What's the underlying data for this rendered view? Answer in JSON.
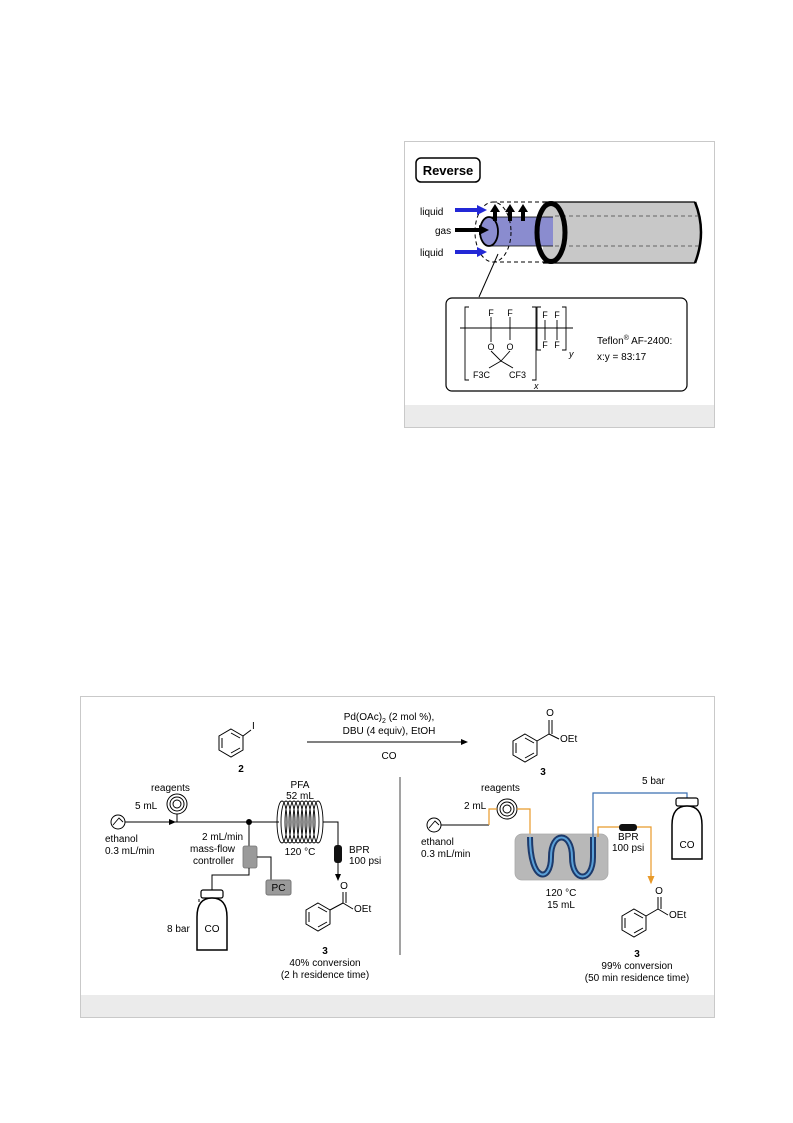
{
  "figure1": {
    "title": "Reverse",
    "inlet_labels": [
      "liquid",
      "gas",
      "liquid"
    ],
    "polymer": {
      "f_labels": [
        "F",
        "F",
        "F",
        "F",
        "F",
        "F"
      ],
      "o_labels": [
        "O",
        "O"
      ],
      "cf3_left": "F3C",
      "cf3_right": "CF3",
      "sub_x": "x",
      "sub_y": "y",
      "name": "Teflon",
      "reg": "®",
      "name_suffix": " AF-2400:",
      "ratio": "x:y = 83:17"
    }
  },
  "figure2": {
    "reaction": {
      "reagent_line1": "Pd(OAc)",
      "reagent_line1_sub": "2",
      "reagent_line1_tail": " (2 mol %),",
      "reagent_line2": "DBU (4 equiv), EtOH",
      "below_arrow": "CO",
      "iodo_label": "I",
      "sm_number": "2",
      "product_number": "3",
      "ester_o": "O",
      "ester_oet": "OEt"
    },
    "left_setup": {
      "reagents": "reagents",
      "loop_volume": "5 mL",
      "pump_label": "ethanol",
      "pump_flow": "0.3 mL/min",
      "reactor_material": "PFA",
      "reactor_volume": "52 mL",
      "temperature": "120 °C",
      "bpr": "BPR",
      "bpr_pressure": "100 psi",
      "mfc_flow": "2 mL/min",
      "mfc_line1": "mass-flow",
      "mfc_line2": "controller",
      "pc": "PC",
      "cylinder_pressure": "8 bar",
      "cylinder_gas": "CO",
      "product_number": "3",
      "conversion": "40% conversion",
      "residence": "(2 h residence time)",
      "ester_o": "O",
      "ester_oet": "OEt"
    },
    "right_setup": {
      "reagents": "reagents",
      "loop_volume": "2 mL",
      "pump_label": "ethanol",
      "pump_flow": "0.3 mL/min",
      "gas_pressure": "5 bar",
      "bpr": "BPR",
      "bpr_pressure": "100 psi",
      "cylinder_gas": "CO",
      "temperature": "120 °C",
      "reactor_volume": "15 mL",
      "product_number": "3",
      "conversion": "99% conversion",
      "residence": "(50 min residence time)",
      "ester_o": "O",
      "ester_oet": "OEt"
    }
  }
}
